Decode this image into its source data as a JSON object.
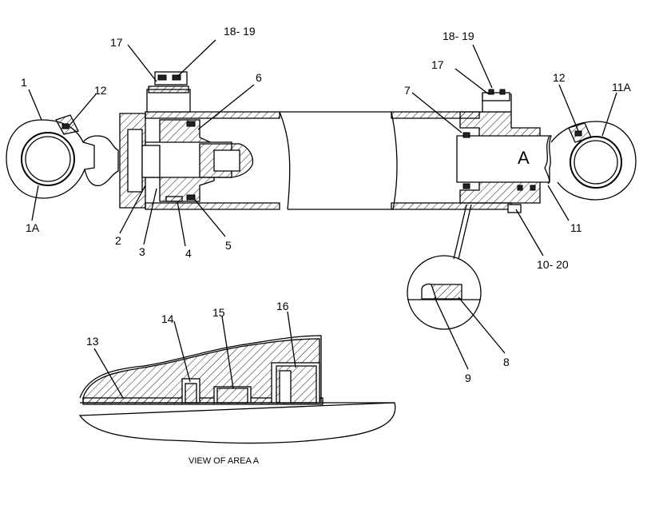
{
  "labels": {
    "l1": "1",
    "l1a": "1A",
    "l2": "2",
    "l3": "3",
    "l4": "4",
    "l5": "5",
    "l6": "6",
    "l7": "7",
    "l8": "8",
    "l9": "9",
    "l10_20": "10- 20",
    "l11": "11",
    "l11a": "11A",
    "l12_left": "12",
    "l12_right": "12",
    "l13": "13",
    "l14": "14",
    "l15": "15",
    "l16": "16",
    "l17_left": "17",
    "l17_right": "17",
    "l18_19_left": "18- 19",
    "l18_19_right": "18- 19",
    "area_marker": "A",
    "view_caption": "VIEW OF AREA A"
  }
}
